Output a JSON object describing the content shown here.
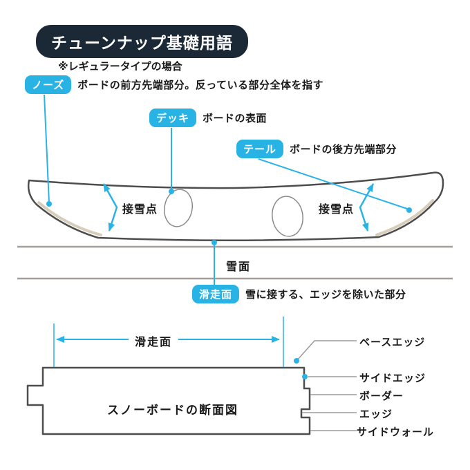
{
  "title": "チューンナップ基礎用語",
  "note": "※レギュラータイプの場合",
  "terms": {
    "nose": {
      "label": "ノーズ",
      "desc": "ボードの前方先端部分。反っている部分全体を指す"
    },
    "deck": {
      "label": "デッキ",
      "desc": "ボードの表面"
    },
    "tail": {
      "label": "テール",
      "desc": "ボードの後方先端部分"
    },
    "base": {
      "label": "滑走面",
      "desc": "雪に接する、エッジを除いた部分"
    }
  },
  "side_view": {
    "contact_point_left": "接雪点",
    "contact_point_right": "接雪点",
    "snow_surface": "雪面"
  },
  "cross_section": {
    "width_label": "滑走面",
    "title": "スノーボードの断面図",
    "edge_labels": [
      "ベースエッジ",
      "サイドエッジ",
      "ボーダー",
      "エッジ",
      "サイドウォール"
    ]
  },
  "colors": {
    "accent_cyan": "#29b3e5",
    "badge_navy": "#1b2937",
    "outline_gray": "#4d4d4d",
    "leader_gray": "#9b9b9b",
    "snow_gray": "#a39e97",
    "base_tan": "#d8cdbb"
  }
}
